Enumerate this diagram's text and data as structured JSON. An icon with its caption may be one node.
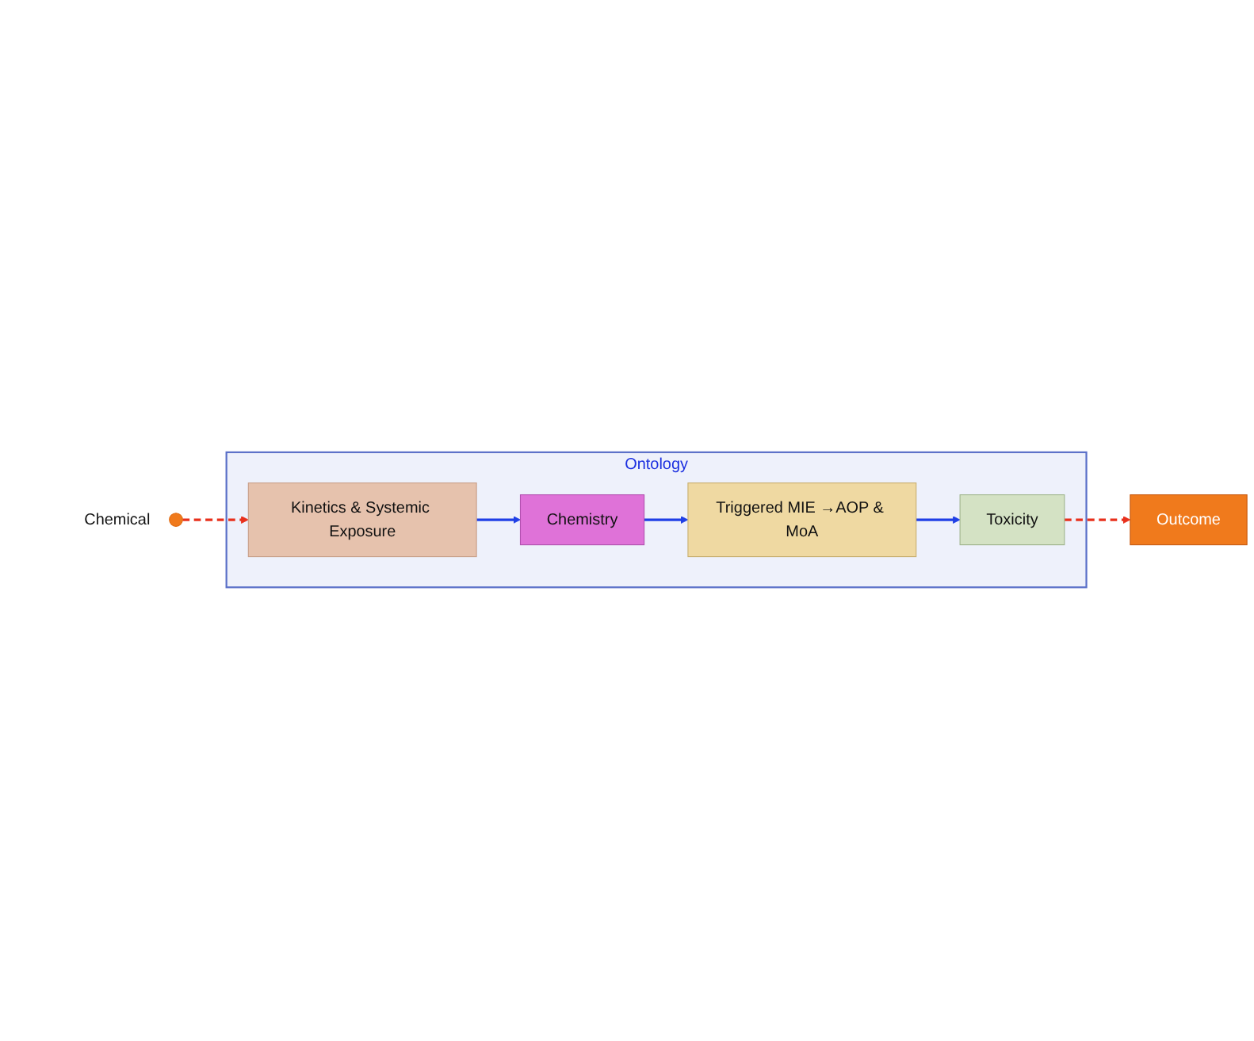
{
  "diagram": {
    "nodes": [
      {
        "text": [
          "Ontology"
        ]
      },
      {
        "text": [
          "Kinetics & Systemic Exposure"
        ],
        "in": 0
      },
      {
        "text": [
          "Chemistry"
        ],
        "in": 0
      },
      {
        "text": [
          "Triggered MIE →AOP & MoA"
        ],
        "in": 0
      },
      {
        "text": [
          "Toxicity"
        ],
        "in": 0
      },
      {
        "text": [],
        "shape": "circle",
        "beside": [
          "Chemical"
        ]
      },
      {
        "text": [
          "Outcome"
        ]
      }
    ],
    "edges": [
      {
        "from": 1,
        "to": 2,
        "arrow": "to"
      },
      {
        "from": 2,
        "to": 3,
        "arrow": "to"
      },
      {
        "from": 3,
        "to": 4,
        "arrow": "to"
      },
      {
        "from": 5,
        "to": 1,
        "arrow": "to",
        "style": "dashed",
        "color": "#e8301c"
      },
      {
        "from": 4,
        "to": 6,
        "arrow": "to",
        "style": "dashed",
        "color": "#e8301c"
      }
    ]
  }
}
